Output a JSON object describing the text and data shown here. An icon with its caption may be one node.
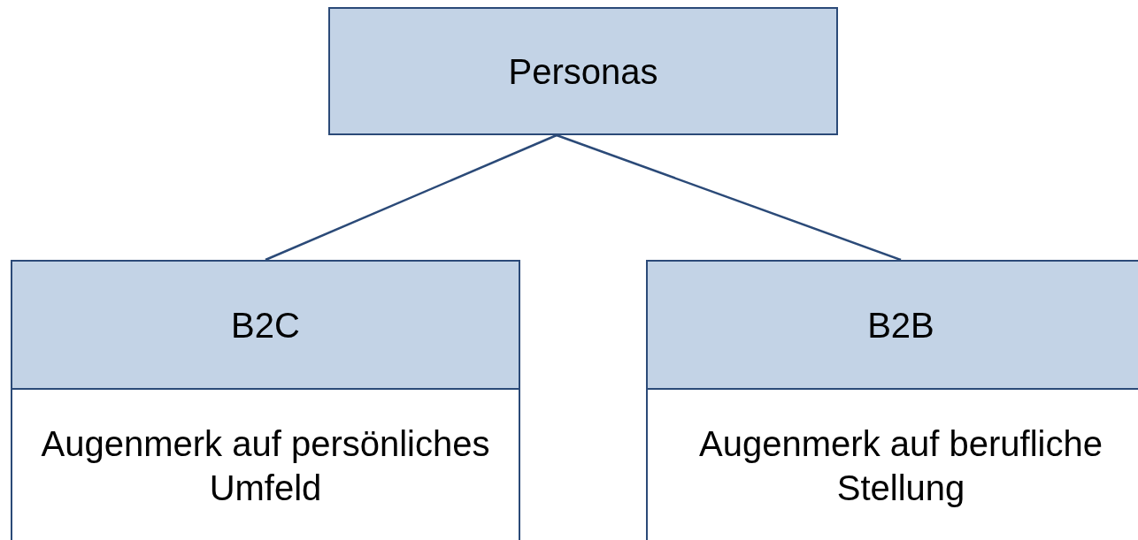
{
  "diagram": {
    "nodes": [
      {
        "text": [
          "Personas"
        ]
      },
      {
        "text": [
          "B2C",
          "Augenmerk auf persönliches Umfeld"
        ]
      },
      {
        "text": [
          "B2B",
          "Augenmerk auf berufliche Stellung"
        ]
      }
    ],
    "edges": [
      {
        "from": 0,
        "to": 1,
        "arrow": "none"
      },
      {
        "from": 0,
        "to": 2,
        "arrow": "none"
      }
    ]
  }
}
